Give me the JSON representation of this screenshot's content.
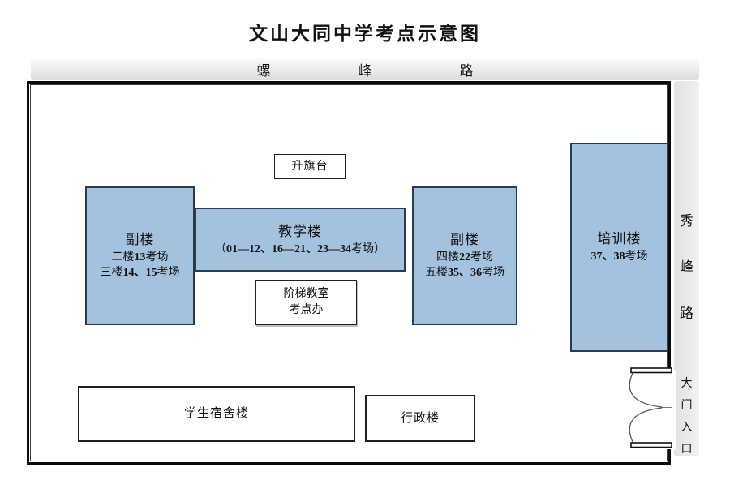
{
  "title": "文山大同中学考点示意图",
  "roads": {
    "top": {
      "name": "螺峰路",
      "chars": [
        "螺",
        "峰",
        "路"
      ]
    },
    "right": {
      "name": "秀峰路",
      "chars": [
        "秀",
        "峰",
        "路"
      ]
    }
  },
  "gate": {
    "name": "大门入口",
    "chars": [
      "大",
      "门",
      "入",
      "口"
    ]
  },
  "buildings": {
    "flag_platform": {
      "name": "升旗台"
    },
    "annex_left": {
      "name": "副楼",
      "l2_pre": "二楼",
      "l2_num": "13",
      "l2_post": "考场",
      "l3_pre": "三楼",
      "l3_num": "14、15",
      "l3_post": "考场"
    },
    "teaching": {
      "name": "教学楼",
      "l2_pre": "（",
      "l2_num": "01—12、16—21、23—34",
      "l2_post": "考场）"
    },
    "annex_right": {
      "name": "副楼",
      "l2_pre": "四楼",
      "l2_num": "22",
      "l2_post": "考场",
      "l3_pre": "五楼",
      "l3_num": "35、36",
      "l3_post": "考场"
    },
    "training": {
      "name": "培训楼",
      "l2_num": "37、38",
      "l2_post": "考场"
    },
    "lecture_hall": {
      "l1": "阶梯教室",
      "l2": "考点办"
    },
    "dormitory": {
      "name": "学生宿舍楼"
    },
    "admin": {
      "name": "行政楼"
    }
  },
  "colors": {
    "building_fill": "#a3c2de",
    "building_border": "#2c3a4d"
  }
}
